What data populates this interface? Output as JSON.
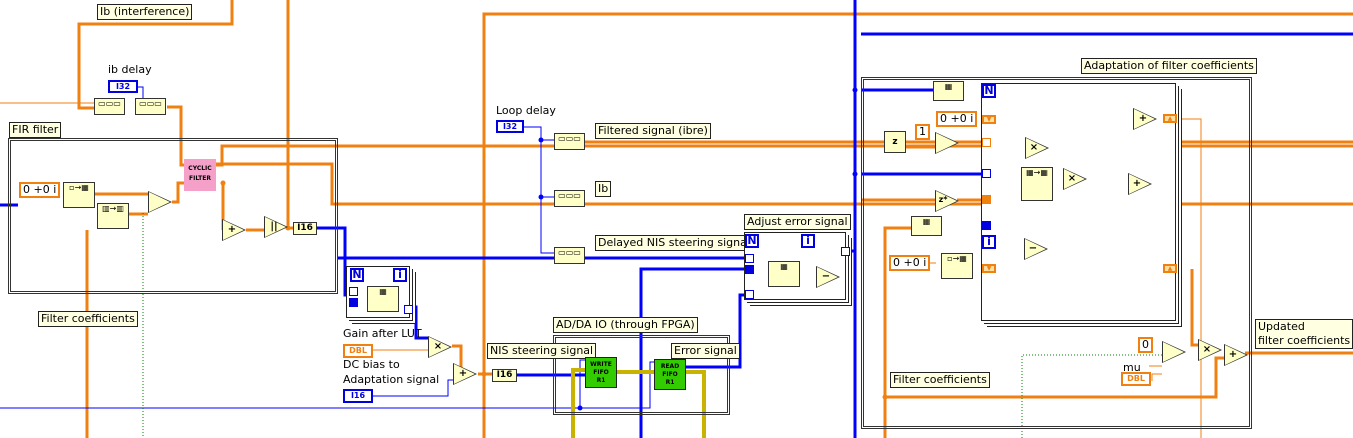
{
  "labels": {
    "ib_interference": "Ib (interference)",
    "ib_delay": "ib delay",
    "fir_filter": "FIR filter",
    "filter_coefficients_left": "Filter coefficients",
    "loop_delay": "Loop delay",
    "filtered_signal": "Filtered signal (ibre)",
    "ib": "Ib",
    "delayed_nis": "Delayed NIS steering signal",
    "adjust_error": "Adjust error signal",
    "gain_after_lut": "Gain after LUT",
    "dc_bias_line1": "DC bias to",
    "dc_bias_line2": "Adaptation signal",
    "adda_io": "AD/DA IO (through FPGA)",
    "nis_steering": "NIS steering signal",
    "error_signal": "Error signal",
    "adaptation": "Adaptation of filter coefficients",
    "updated_line1": "Updated",
    "updated_line2": "filter coefficients",
    "filter_coefficients_right": "Filter coefficients",
    "mu": "mu"
  },
  "controls": {
    "i32": "I32",
    "i16": "I16",
    "dbl": "DBL",
    "complex_zero": "0 +0 i",
    "one": "1",
    "zero": "0"
  },
  "nodes": {
    "cyclic_filter_line1": "CYCLIC",
    "cyclic_filter_line2": "FILTER",
    "write_fifo": [
      "WRITE",
      "FIFO",
      "R1"
    ],
    "read_fifo": [
      "READ",
      "FIFO",
      "R1"
    ],
    "loop_count": "N",
    "loop_index": "i"
  },
  "operators": {
    "add": "+",
    "multiply": "×",
    "subtract": "−",
    "conj": "z*",
    "polar": "z"
  },
  "colors": {
    "complex_wire": "#f08010",
    "integer_wire": "#0000ff",
    "fifo": "#33cc00",
    "cyclic_filter": "#f5a0c8",
    "label_bg": "#ffffe1"
  }
}
